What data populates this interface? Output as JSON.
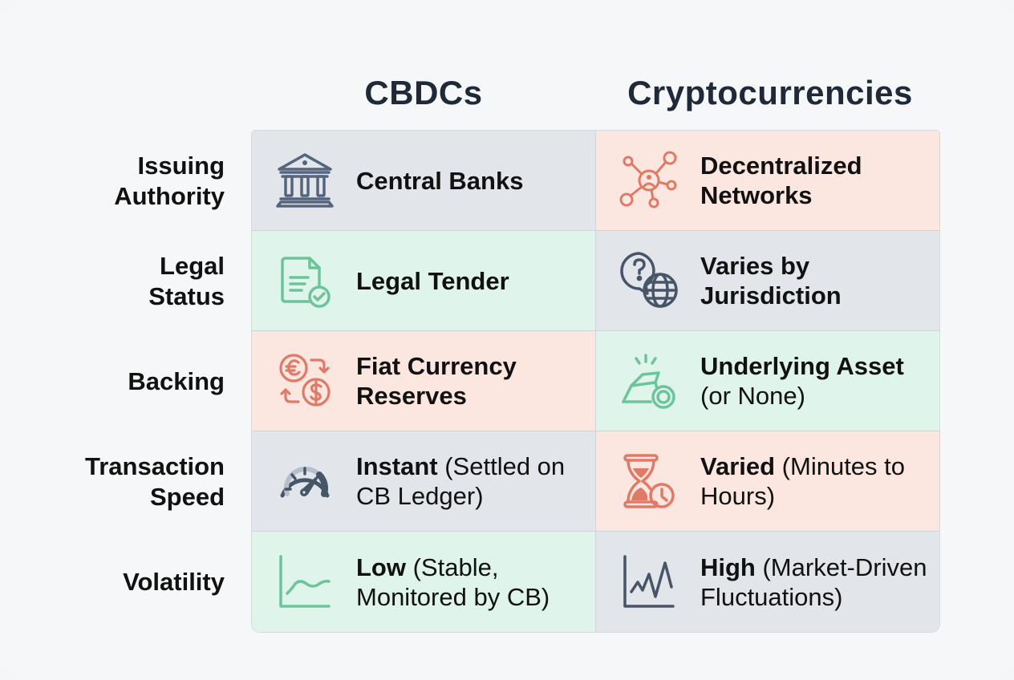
{
  "headers": {
    "cbdc": "CBDCs",
    "crypto": "Cryptocurrencies"
  },
  "rows": [
    {
      "label_line1": "Issuing",
      "label_line2": "Authority",
      "cbdc": {
        "icon": "bank-building-icon",
        "bold": "Central Banks",
        "rest": "",
        "bg": "#e2e5ea",
        "icon_color": "#56657e"
      },
      "crypto": {
        "icon": "network-nodes-icon",
        "bold": "Decentralized Networks",
        "rest": "",
        "bg": "#fce6e0",
        "icon_color": "#e07a66"
      }
    },
    {
      "label_line1": "Legal",
      "label_line2": "Status",
      "cbdc": {
        "icon": "document-check-icon",
        "bold": "Legal Tender",
        "rest": "",
        "bg": "#dff4ea",
        "icon_color": "#6cc49a"
      },
      "crypto": {
        "icon": "globe-question-icon",
        "bold": "Varies by Jurisdiction",
        "rest": "",
        "bg": "#e2e5ea",
        "icon_color": "#475569"
      }
    },
    {
      "label_line1": "Backing",
      "label_line2": "",
      "cbdc": {
        "icon": "currency-exchange-icon",
        "bold": "Fiat Currency Reserves",
        "rest": "",
        "bg": "#fce6e0",
        "icon_color": "#e07a66"
      },
      "crypto": {
        "icon": "gold-bar-coin-icon",
        "bold": "Underlying Asset",
        "rest": "(or None)",
        "bg": "#dff4ea",
        "icon_color": "#6cc49a"
      }
    },
    {
      "label_line1": "Transaction",
      "label_line2": "Speed",
      "cbdc": {
        "icon": "speedometer-icon",
        "bold": "Instant",
        "rest": " (Settled on CB Ledger)",
        "bg": "#e2e5ea",
        "icon_color": "#475569"
      },
      "crypto": {
        "icon": "hourglass-clock-icon",
        "bold": "Varied",
        "rest": " (Minutes to Hours)",
        "bg": "#fce6e0",
        "icon_color": "#e07a66"
      }
    },
    {
      "label_line1": "Volatility",
      "label_line2": "",
      "cbdc": {
        "icon": "stable-line-chart-icon",
        "bold": "Low",
        "rest": " (Stable, Monitored by CB)",
        "bg": "#dff4ea",
        "icon_color": "#6cc49a"
      },
      "crypto": {
        "icon": "volatile-line-chart-icon",
        "bold": "High",
        "rest": " (Market-Driven Fluctuations)",
        "bg": "#e2e5ea",
        "icon_color": "#475569"
      }
    }
  ],
  "colors": {
    "background": "#f5f7f9",
    "header_text": "#1f2937",
    "gray_cell": "#e2e5ea",
    "green_cell": "#dff4ea",
    "red_cell": "#fce6e0",
    "slate_icon": "#56657e",
    "green_icon": "#6cc49a",
    "red_icon": "#e07a66"
  }
}
